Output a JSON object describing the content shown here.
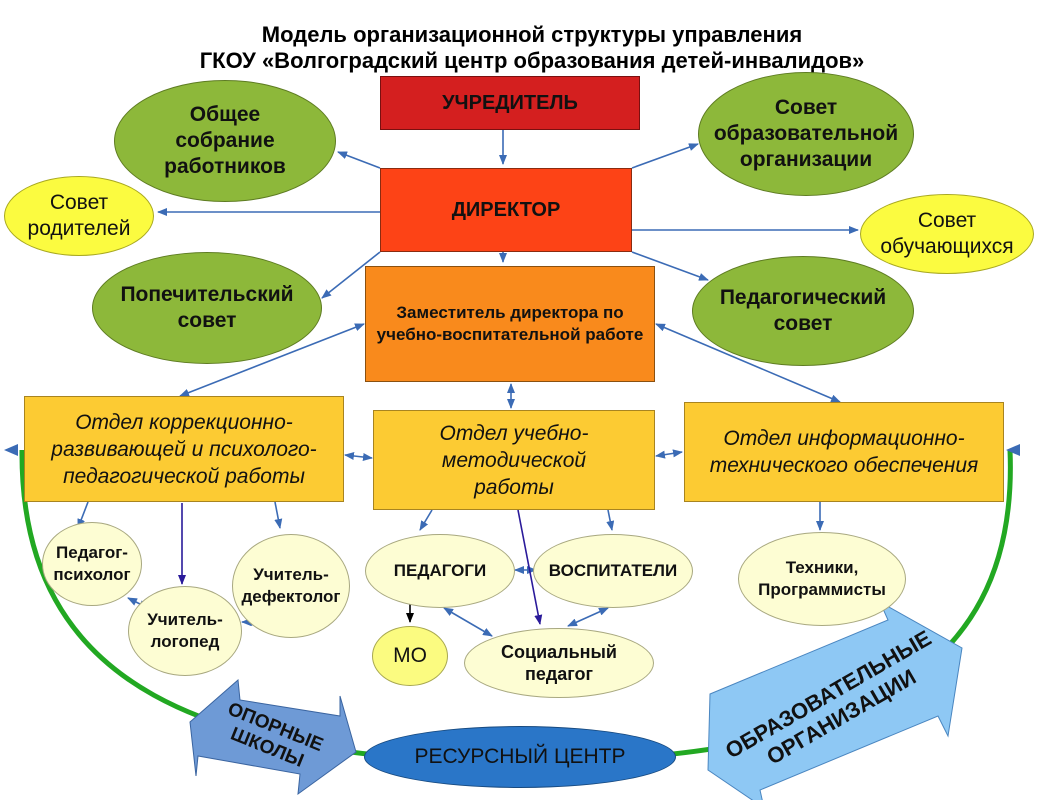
{
  "title": {
    "line1": "Модель организационной структуры управления",
    "line2": "ГКОУ «Волгоградский центр образования детей-инвалидов»"
  },
  "nodes": {
    "founder": "УЧРЕДИТЕЛЬ",
    "director": "ДИРЕКТОР",
    "general_meeting": "Общее собрание работников",
    "edu_council": "Совет образовательной организации",
    "parents_council": "Совет родителей",
    "students_council": "Совет обучающихся",
    "board_of_trustees": "Попечительский совет",
    "ped_council": "Педагогический совет",
    "deputy": "Заместитель директора по учебно-воспитательной работе",
    "dept_correction": "Отдел коррекционно-развивающей и психолого-педагогической работы",
    "dept_method": "Отдел учебно-методической работы",
    "dept_it": "Отдел информационно-технического обеспечения",
    "ped_psychologist": "Педагог-психолог",
    "speech_therapist": "Учитель-логопед",
    "defectologist": "Учитель-дефектолог",
    "teachers": "ПЕДАГОГИ",
    "educators": "ВОСПИТАТЕЛИ",
    "mo": "МО",
    "social_teacher": "Социальный педагог",
    "technicians": "Техники, Программисты",
    "resource_center": "РЕСУРСНЫЙ ЦЕНТР",
    "support_schools": "ОПОРНЫЕ ШКОЛЫ",
    "edu_orgs": "ОБРАЗОВАТЕЛЬНЫЕ ОРГАНИЗАЦИИ"
  },
  "colors": {
    "founder": "#d41f1f",
    "director": "#fd4316",
    "deputy": "#f98a1c",
    "departments": "#fccb33",
    "councils_green": "#8db83a",
    "councils_yellow": "#fbfb40",
    "staff": "#fdfdd3",
    "resource_center": "#2a76c8",
    "arc_green": "#22a822",
    "arrow_support_schools": "#6e9ad6",
    "arrow_edu_orgs": "#8ec8f4",
    "connector": "#3b6bb5"
  }
}
